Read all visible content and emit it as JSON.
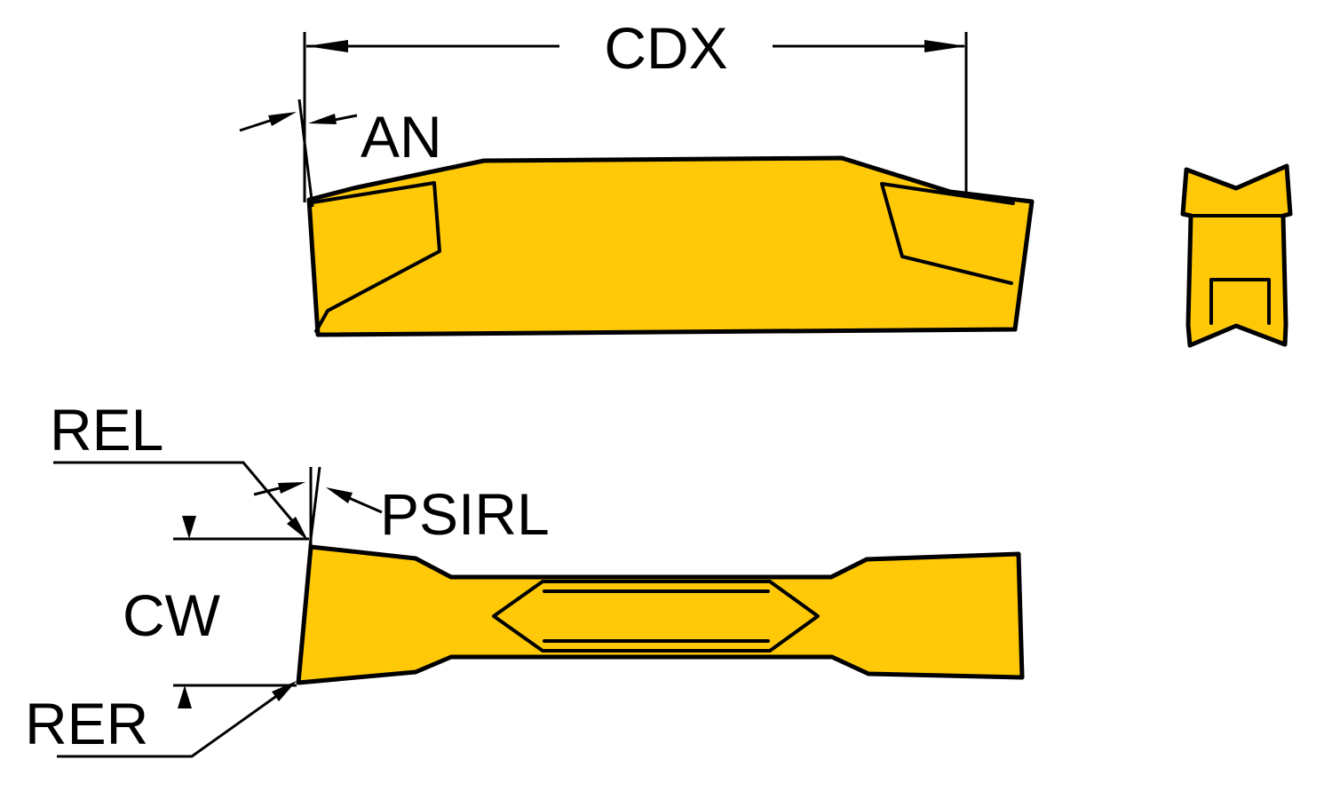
{
  "diagram": {
    "labels": {
      "cdx": "CDX",
      "an": "AN",
      "rel": "REL",
      "psirl": "PSIRL",
      "cw": "CW",
      "rer": "RER"
    },
    "colors": {
      "insert_fill": "#FFC907",
      "outline": "#000000",
      "background": "#FFFFFF"
    }
  }
}
